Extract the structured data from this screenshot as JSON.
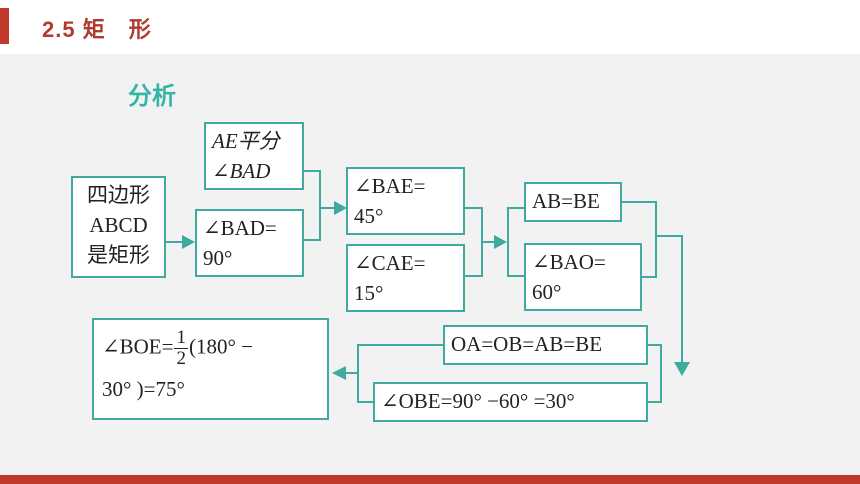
{
  "header": {
    "title": "2.5 矩　形"
  },
  "analysis_label": "分析",
  "boxes": {
    "rect": "四边形\nABCD\n是矩形",
    "ae_bisect": "AE平分\n∠BAD",
    "bad90": "∠BAD=\n90°",
    "bae45": "∠BAE=\n45°",
    "cae15": "∠CAE=\n15°",
    "ab_be": "AB=BE",
    "bao60": "∠BAO=\n60°",
    "oa_ob": "OA=OB=AB=BE",
    "obe": "∠OBE=90° −60° =30°",
    "boe_prefix": "∠BOE=",
    "boe_num": "1",
    "boe_den": "2",
    "boe_suffix": "(180° −",
    "boe_line2": "30° )=75°"
  },
  "colors": {
    "accent": "#c0392b",
    "teal": "#40aaa0",
    "panel": "#f2f2f2"
  }
}
